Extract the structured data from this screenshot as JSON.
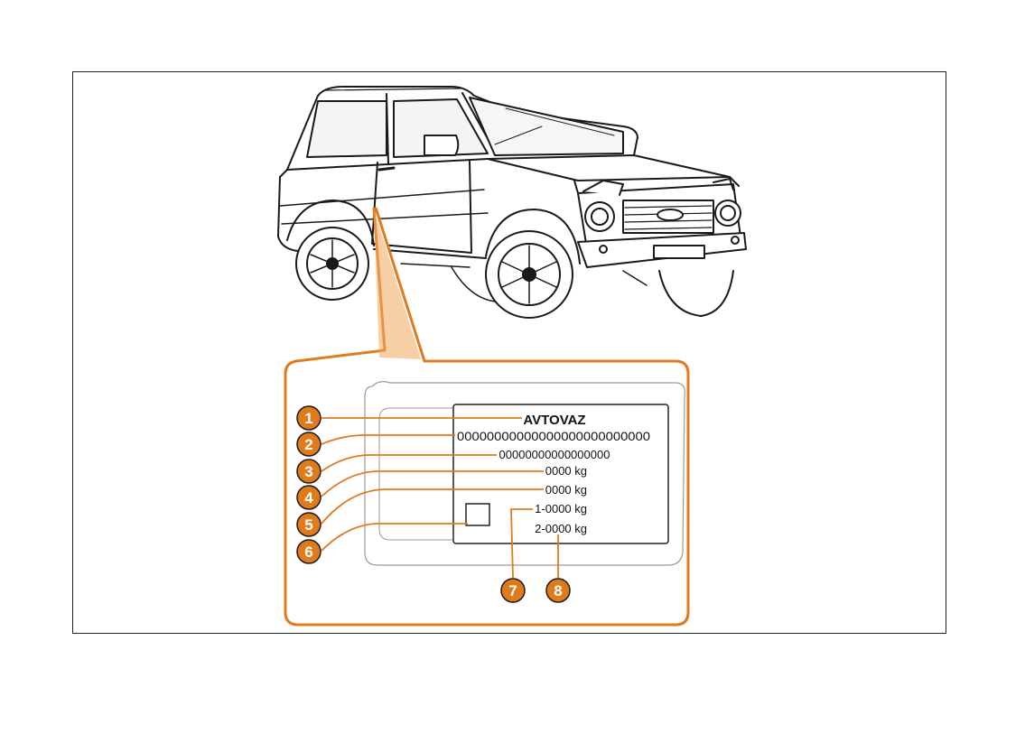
{
  "plate": {
    "manufacturer": "AVTOVAZ",
    "vin": "00000000000000000000000000",
    "type_approval": "00000000000000000",
    "gross_mass": "0000 kg",
    "train_mass": "0000 kg",
    "axle1_load": "1-0000 kg",
    "axle2_load": "2-0000 kg"
  },
  "callouts": [
    "1",
    "2",
    "3",
    "4",
    "5",
    "6",
    "7",
    "8"
  ],
  "colors": {
    "accent": "#e07b1c",
    "line": "#1a1a1a",
    "plate_border": "#222222"
  }
}
